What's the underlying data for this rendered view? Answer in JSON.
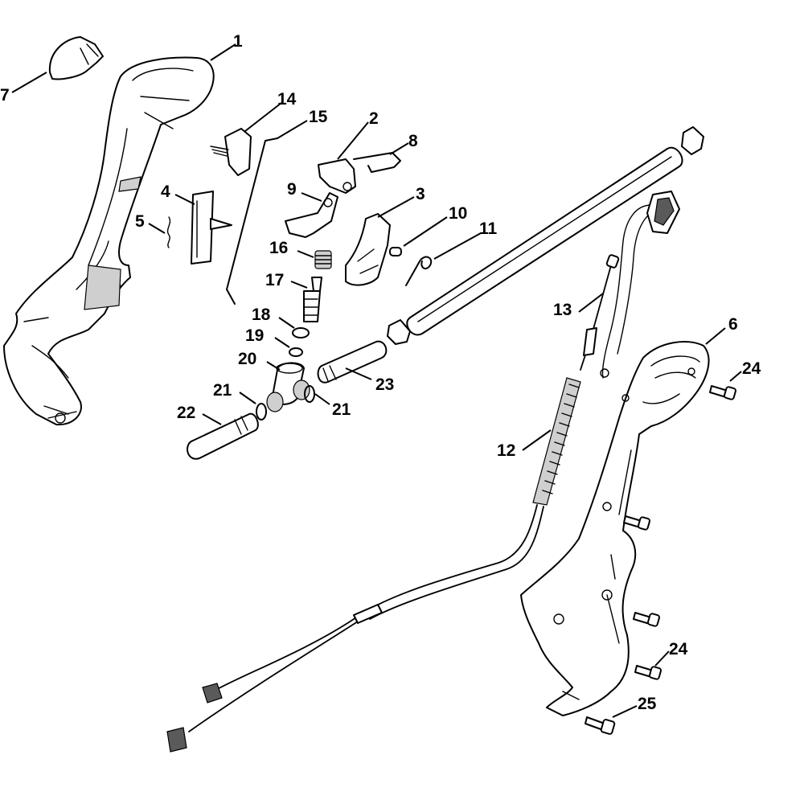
{
  "diagram": {
    "background": "#ffffff",
    "line_color": "#000000",
    "callouts": [
      {
        "id": "c1",
        "label": "1"
      },
      {
        "id": "c7",
        "label": "7"
      },
      {
        "id": "c14",
        "label": "14"
      },
      {
        "id": "c15",
        "label": "15"
      },
      {
        "id": "c2",
        "label": "2"
      },
      {
        "id": "c8",
        "label": "8"
      },
      {
        "id": "c4",
        "label": "4"
      },
      {
        "id": "c9",
        "label": "9"
      },
      {
        "id": "c3",
        "label": "3"
      },
      {
        "id": "c5",
        "label": "5"
      },
      {
        "id": "c10",
        "label": "10"
      },
      {
        "id": "c11",
        "label": "11"
      },
      {
        "id": "c16",
        "label": "16"
      },
      {
        "id": "c17",
        "label": "17"
      },
      {
        "id": "c13",
        "label": "13"
      },
      {
        "id": "c6",
        "label": "6"
      },
      {
        "id": "c18",
        "label": "18"
      },
      {
        "id": "c19",
        "label": "19"
      },
      {
        "id": "c24a",
        "label": "24"
      },
      {
        "id": "c20",
        "label": "20"
      },
      {
        "id": "c23",
        "label": "23"
      },
      {
        "id": "c21a",
        "label": "21"
      },
      {
        "id": "c21b",
        "label": "21"
      },
      {
        "id": "c22",
        "label": "22"
      },
      {
        "id": "c12",
        "label": "12"
      },
      {
        "id": "c24b",
        "label": "24"
      },
      {
        "id": "c25",
        "label": "25"
      }
    ]
  }
}
